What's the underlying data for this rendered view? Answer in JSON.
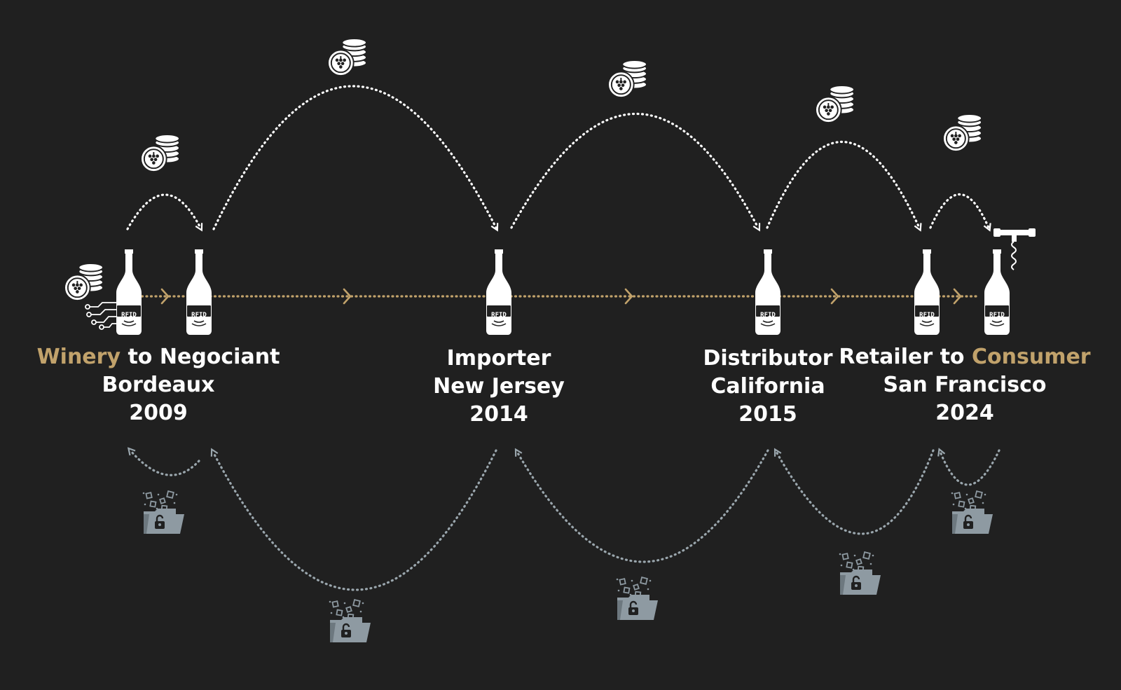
{
  "colors": {
    "background": "#202020",
    "accent_gold": "#c1a26b",
    "payment_arc": "#ffffff",
    "data_arc": "#9aa6ad",
    "folder": "#8e9aa2"
  },
  "bottle_tag": "RFID",
  "icons": {
    "payment": "grape-coin-stack-icon",
    "data": "lock-folder-icon",
    "start": "circuit-icon",
    "end": "corkscrew-icon"
  },
  "stages": [
    {
      "line1_accent": "Winery",
      "line1_mid": " to ",
      "line1_tail": "Negociant",
      "line2": "Bordeaux",
      "line3": "2009"
    },
    {
      "line1": "Importer",
      "line2": "New Jersey",
      "line3": "2014"
    },
    {
      "line1": "Distributor",
      "line2": "California",
      "line3": "2015"
    },
    {
      "line1_head": "Retailer to ",
      "line1_accent": "Consumer",
      "line2": "San Francisco",
      "line3": "2024"
    }
  ]
}
